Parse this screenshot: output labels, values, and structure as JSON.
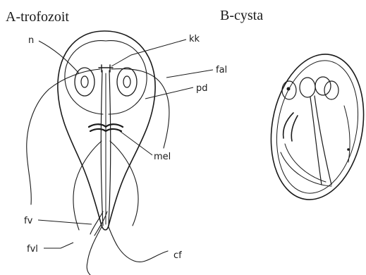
{
  "panels": {
    "trophozoite": {
      "title": "A-trofozoit",
      "labels": {
        "n": "n",
        "kk": "kk",
        "fal": "fal",
        "pd": "pd",
        "mel": "mel",
        "fv": "fv",
        "fvl": "fvl",
        "cf": "cf"
      }
    },
    "cyst": {
      "title": "B-cysta"
    }
  },
  "colors": {
    "ink": "#1a1a1a",
    "paper": "#ffffff"
  }
}
